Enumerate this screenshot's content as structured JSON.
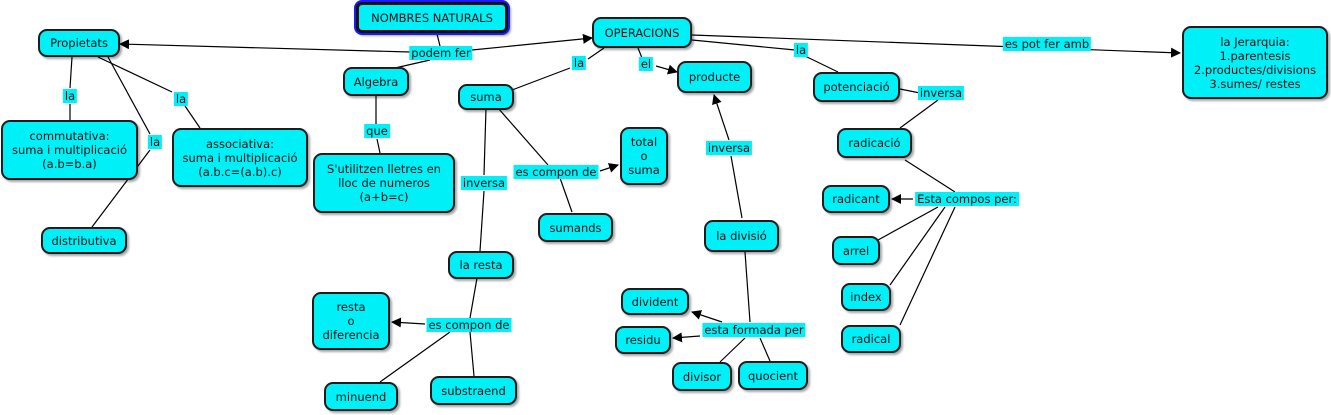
{
  "nodes": {
    "nombres_naturals": "NOMBRES NATURALS",
    "propietats": "Propietats",
    "operacions": "OPERACIONS",
    "algebra": "Algebra",
    "suma": "suma",
    "producte": "producte",
    "potenciacio": "potenciació",
    "jerarquia": "la Jerarquia:\n1.parentesis\n2.productes/divisions\n3.sumes/ restes",
    "commutativa": "commutativa:\nsuma i multiplicació\n(a.b=b.a)",
    "associativa": "associativa:\nsuma i multiplicació\n(a.b.c=(a.b).c)",
    "lletres": "S'utilitzen lletres en\nlloc de numeros\n(a+b=c)",
    "total_suma": "total\no\nsuma",
    "radicacio": "radicació",
    "radicant": "radicant",
    "distributiva": "distributiva",
    "sumands": "sumands",
    "la_divisio": "la divisió",
    "arrel": "arrel",
    "la_resta": "la resta",
    "index": "index",
    "resta_diferencia": "resta\no\ndiferencia",
    "divident": "divident",
    "residu": "residu",
    "radical": "radical",
    "divisor": "divisor",
    "quocient": "quocient",
    "minuend": "minuend",
    "substraend": "substraend"
  },
  "links": {
    "podem_fer": "podem fer",
    "es_pot_fer_amb": "es pot fer amb",
    "la_potenciacio": "la",
    "la_suma": "la",
    "el_producte": "el",
    "la_commutativa": "la",
    "la_associativa": "la",
    "la_distributiva": "la",
    "que": "que",
    "inversa_potenciacio": "inversa",
    "inversa_producte": "inversa",
    "inversa_resta": "inversa",
    "es_compon_de_suma": "es compon de",
    "esta_compos_per": "Esta compos per:",
    "esta_formada_per": "esta formada per",
    "es_compon_de_resta": "es compon de"
  }
}
